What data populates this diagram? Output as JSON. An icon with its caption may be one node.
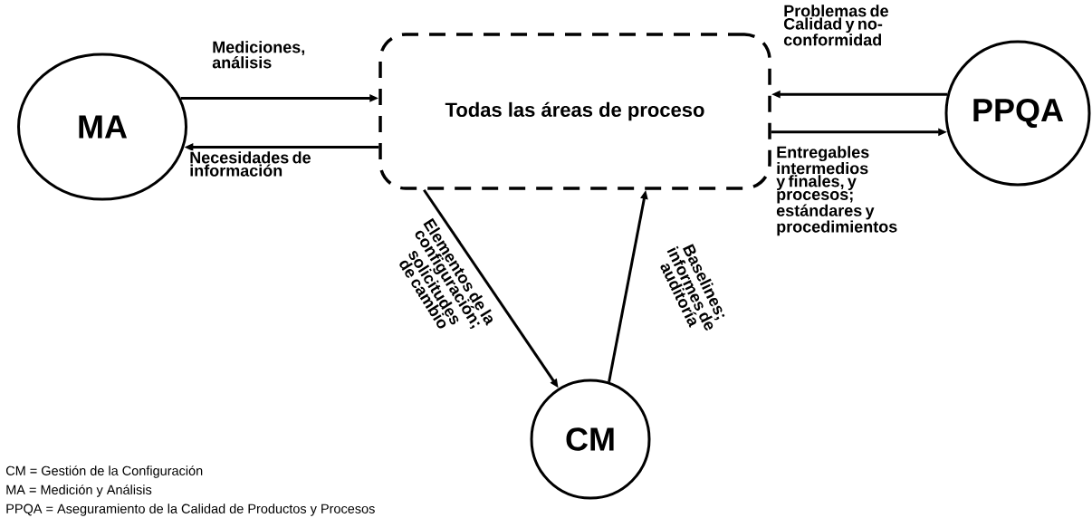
{
  "diagram": {
    "nodes": [
      {
        "text": [
          "MA"
        ]
      },
      {
        "text": [
          "Todas las áreas de proceso"
        ]
      },
      {
        "text": [
          "PPQA"
        ]
      },
      {
        "text": [
          "CM"
        ]
      }
    ],
    "edges": [
      {
        "from": 0,
        "to": 1,
        "arrow": "to",
        "label": "Mediciones, análisis"
      },
      {
        "from": 1,
        "to": 0,
        "arrow": "to",
        "label": "Necesidades de información"
      },
      {
        "from": 2,
        "to": 1,
        "arrow": "to",
        "label": "Problemas de Calidad y no-conformidad"
      },
      {
        "from": 1,
        "to": 2,
        "arrow": "to",
        "label": "Entregables intermedios y finales, y procesos; estándares y procedimientos"
      },
      {
        "from": 1,
        "to": 3,
        "arrow": "to",
        "label": "Elementos de la configuración; solicitudes de cambio"
      },
      {
        "from": 3,
        "to": 1,
        "arrow": "to",
        "label": "Baselines; informes de auditoría"
      }
    ],
    "labels": [
      "CM = Gestión de la Configuración",
      "MA = Medición y Análisis",
      "PPQA = Aseguramiento de la Calidad de Productos y Procesos"
    ]
  }
}
